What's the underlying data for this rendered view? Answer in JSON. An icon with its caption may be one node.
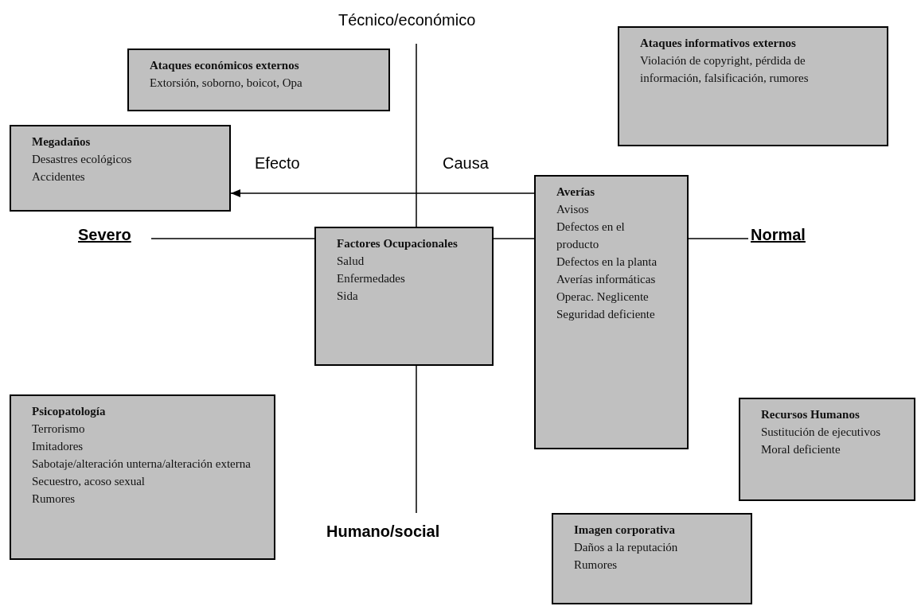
{
  "diagram": {
    "nodes": [
      {
        "text": [
          "Ataques económicos externos",
          "Extorsión, soborno, boicot, Opa"
        ]
      },
      {
        "text": [
          "Ataques informativos externos",
          "Violación de copyright, pérdida de información, falsificación, rumores"
        ]
      },
      {
        "text": [
          "Megadaños",
          "Desastres ecológicos",
          "Accidentes"
        ]
      },
      {
        "text": [
          "Averías",
          "Avisos",
          "Defectos en el producto",
          "Defectos en la planta",
          "Averías informáticas",
          "Operac. Neglicente",
          "Seguridad deficiente"
        ]
      },
      {
        "text": [
          "Factores Ocupacionales",
          "Salud",
          "Enfermedades",
          "Sida"
        ]
      },
      {
        "text": [
          "Psicopatología",
          "Terrorismo",
          "Imitadores",
          "Sabotaje/alteración unterna/alteración externa",
          "Secuestro, acoso sexual",
          "Rumores"
        ]
      },
      {
        "text": [
          "Recursos Humanos",
          "Sustitución de ejecutivos",
          "Moral deficiente"
        ]
      },
      {
        "text": [
          "Imagen corporativa",
          "Daños a la reputación",
          "Rumores"
        ]
      }
    ],
    "edges": [
      {
        "from": 3,
        "to": 2,
        "arrow": "to"
      }
    ],
    "labels": [
      "Técnico/económico",
      "Efecto",
      "Causa",
      "Severo",
      "Normal",
      "Humano/social"
    ]
  }
}
